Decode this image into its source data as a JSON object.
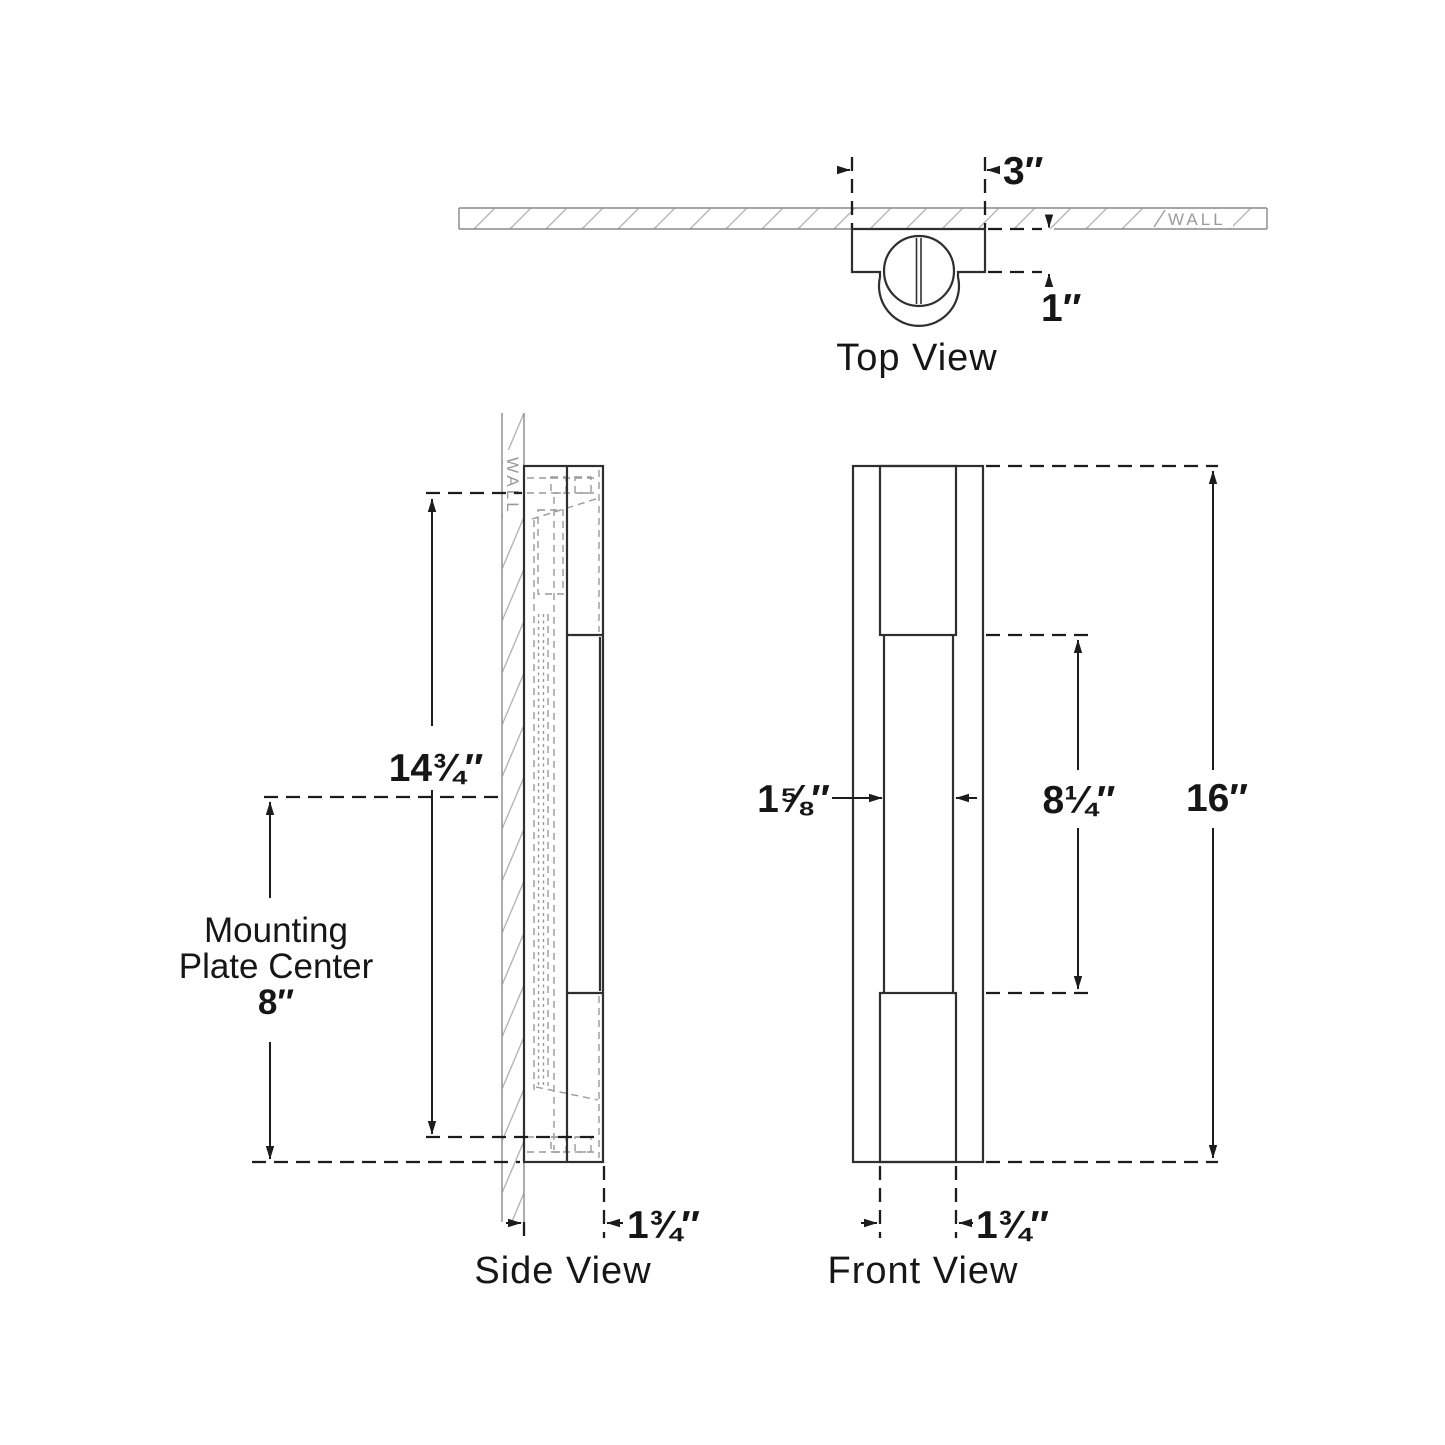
{
  "views": {
    "top": {
      "label": "Top View",
      "wall_label": "WALL",
      "dim_width": "3″",
      "dim_projection": "1″"
    },
    "side": {
      "label": "Side View",
      "wall_label": "WALL",
      "dim_backplate_height": "14¾″",
      "mounting_note": [
        "Mounting",
        "Plate Center",
        "8″"
      ],
      "dim_depth": "1¾″"
    },
    "front": {
      "label": "Front View",
      "dim_backplate_width": "1⅝″",
      "dim_between_caps": "8¼″",
      "dim_overall_height": "16″",
      "dim_cap_width": "1¾″"
    }
  },
  "colors": {
    "background": "#ffffff",
    "outline": "#2f2f2f",
    "dimension": "#1c1c1c",
    "hidden_line": "#9a9a9a",
    "wall_line": "#8a8a8a",
    "text": "#161616"
  }
}
